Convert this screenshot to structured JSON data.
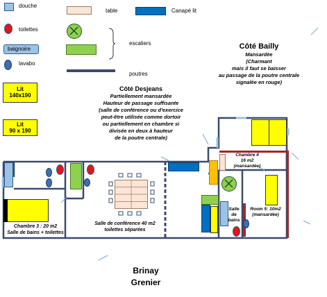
{
  "legend": {
    "douche": "douche",
    "toilettes": "toilettes",
    "baignoire": "baignoire",
    "lavabo": "lavabo",
    "table": "table",
    "canape_lit": "Canapé lit",
    "escaliers": "escaliers",
    "poutres": "poutres",
    "lit_140": [
      "Lit",
      "140x190"
    ],
    "lit_90": [
      "Lit",
      "90 x 190"
    ]
  },
  "cote_bailly": {
    "title": "Côté Bailly",
    "lines": [
      "Mansardée",
      "(Charmant",
      "mais il faut se baisser",
      "au passage de la poutre centrale",
      "signalée en rouge)"
    ]
  },
  "cote_desjeans": {
    "title": "Côté Desjeans",
    "lines": [
      "Partiellement  mansardée",
      "Hauteur de passage suffisante",
      "(salle de conférence  ou d'exercice",
      "peut-être utilisée comme dortoir",
      "ou partiellement en chambre si",
      "divisée en deux à hauteur",
      "de la poutre centrale)"
    ]
  },
  "rooms": {
    "chambre3": [
      "Chambre  3 : 20 m2",
      "Salle de bains + toilettes"
    ],
    "conference": [
      "Salle de conférence  40 m2",
      "toilettes séparées"
    ],
    "chambre4": [
      "Chambre 4",
      "16 m2",
      "(mansardée)"
    ],
    "salle_bains": [
      "Salle",
      "de",
      "bains"
    ],
    "room5": [
      "Room 5: 10m2",
      "(mansardée)"
    ]
  },
  "footer": {
    "line1": "Brinay",
    "line2": "Grenier"
  },
  "colors": {
    "wall": "#3a4a6b",
    "beam": "#a0282a",
    "bed": "#ffff00",
    "stairs": "#8fd14f",
    "sofa_bed": "#0070c0",
    "bathtub": "#9cc3e5",
    "table": "#fbe5d6"
  }
}
